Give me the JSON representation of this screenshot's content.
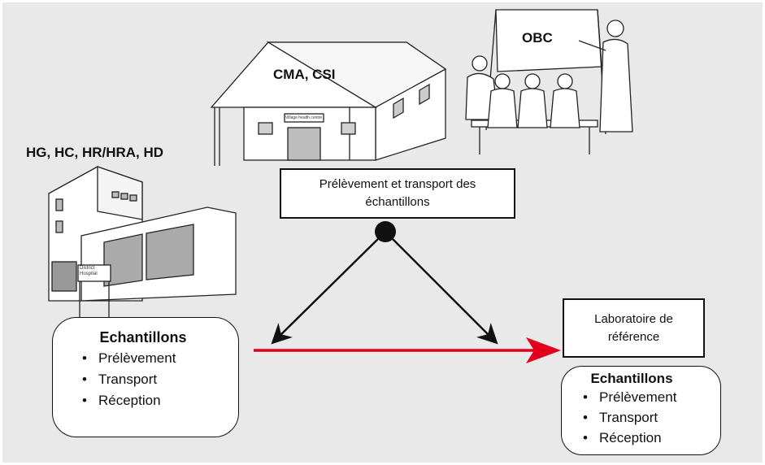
{
  "labels": {
    "cma_csi": "CMA, CSI",
    "obc": "OBC",
    "hospitals": "HG, HC, HR/HRA, HD",
    "district_hospital_sign": "District Hospital",
    "village_health_centre_sign": "Village health centre"
  },
  "boxes": {
    "collection_transport": "Prélèvement et transport des échantillons",
    "reference_lab": "Laboratoire de référence"
  },
  "left_panel": {
    "title": "Echantillons",
    "items": [
      "Prélèvement",
      "Transport",
      "Réception"
    ]
  },
  "right_panel": {
    "title": "Echantillons",
    "items": [
      "Prélèvement",
      "Transport",
      "Réception"
    ]
  },
  "colors": {
    "background": "#e9e9e9",
    "arrow_black": "#111111",
    "arrow_red": "#e0001b"
  }
}
